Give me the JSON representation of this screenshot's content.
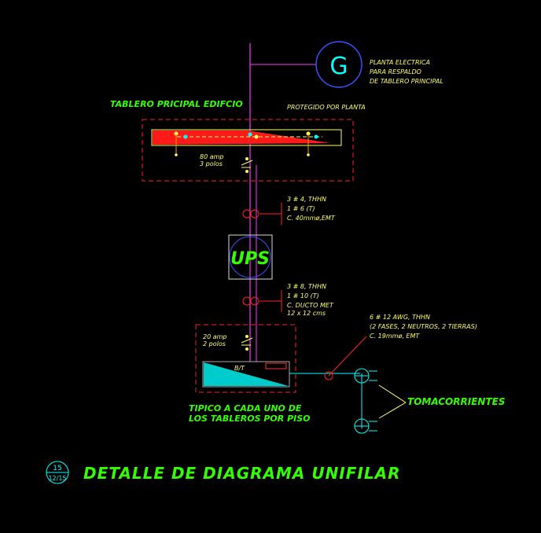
{
  "generator": {
    "symbol": "G",
    "label_lines": [
      "PLANTA ELECTRICA",
      "PARA RESPALDO",
      "DE TABLERO PRINCIPAL"
    ]
  },
  "main_panel": {
    "title": "TABLERO PRICIPAL EDIFCIO",
    "protected_note": "PROTEGIDO  POR  PLANTA",
    "breaker_lines": [
      "80 amp",
      "3 polos"
    ]
  },
  "feeder_1": {
    "lines": [
      "3 # 4, THHN",
      "1 # 6  (T)",
      "C. 40mmø,EMT"
    ]
  },
  "ups": {
    "label": "UPS"
  },
  "feeder_2": {
    "lines": [
      "3 # 8, THHN",
      "1 # 10  (T)",
      "C. DUCTO MET",
      "12 x 12 cms"
    ]
  },
  "floor_panel": {
    "breaker_lines": [
      "20 amp",
      "2 polos"
    ],
    "transformer_label": "B/T",
    "note_lines": [
      "TIPICO A CADA UNO DE",
      "LOS TABLEROS POR PISO"
    ]
  },
  "branch_circuit": {
    "lines": [
      "6 # 12 AWG, THHN",
      "(2 FASES, 2 NEUTROS, 2 TIERRAS)",
      "C. 19mmø, EMT"
    ]
  },
  "outlets": {
    "label": "TOMACORRIENTES"
  },
  "title_block": {
    "sheet_number": "15",
    "sheet_ref": "12/15",
    "title": "DETALLE DE DIAGRAMA UNIFILAR"
  },
  "colors": {
    "background": "#000000",
    "text_yellow": "#ffff66",
    "text_green": "#33ff00",
    "magenta_line": "#ff33ff",
    "red_dashed": "#ff2222",
    "cyan": "#00ffff",
    "blue_circle": "#3355ff"
  }
}
